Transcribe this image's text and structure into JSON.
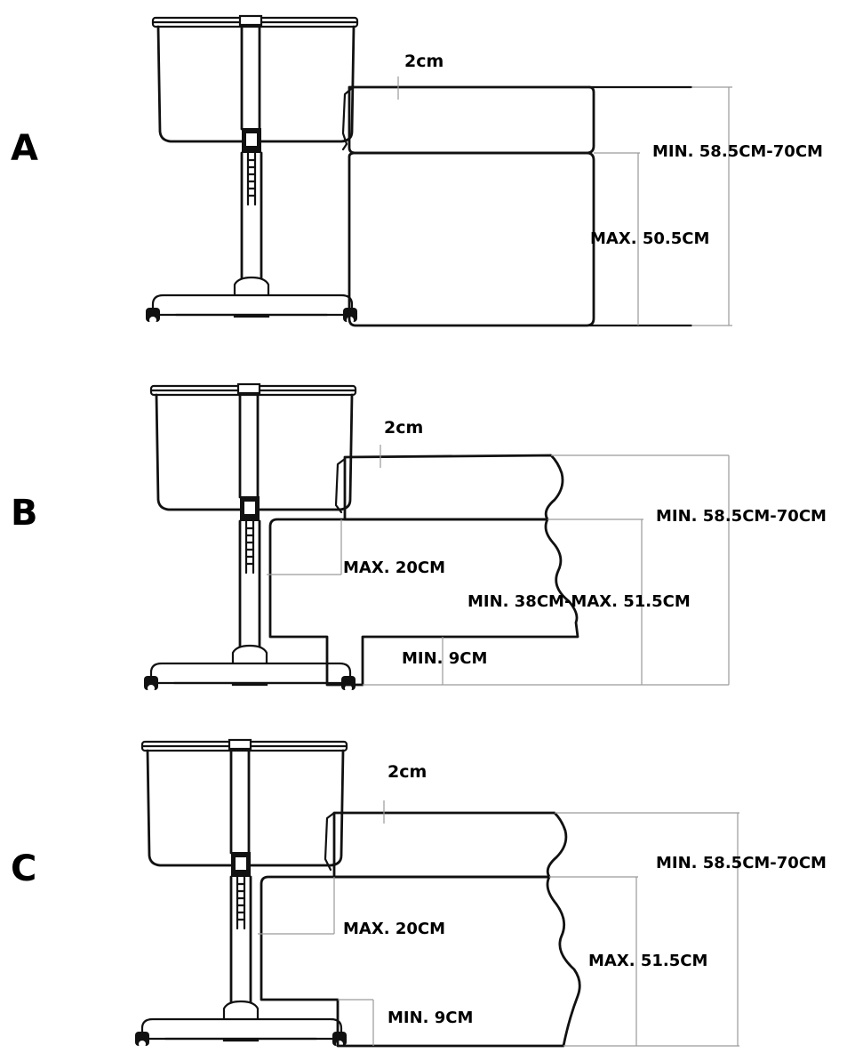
{
  "panels": [
    {
      "letter": "A",
      "gap_label": "2cm",
      "overall_label": "MIN. 58.5CM-70CM",
      "inner_label": "MAX. 50.5CM"
    },
    {
      "letter": "B",
      "gap_label": "2cm",
      "overall_label": "MIN. 58.5CM-70CM",
      "depth_label": "MAX. 20CM",
      "inner_label": "MIN. 38CM-MAX. 51.5CM",
      "clearance_label": "MIN. 9CM"
    },
    {
      "letter": "C",
      "gap_label": "2cm",
      "overall_label": "MIN. 58.5CM-70CM",
      "depth_label": "MAX. 20CM",
      "inner_label": "MAX. 51.5CM",
      "clearance_label": "MIN. 9CM"
    }
  ]
}
